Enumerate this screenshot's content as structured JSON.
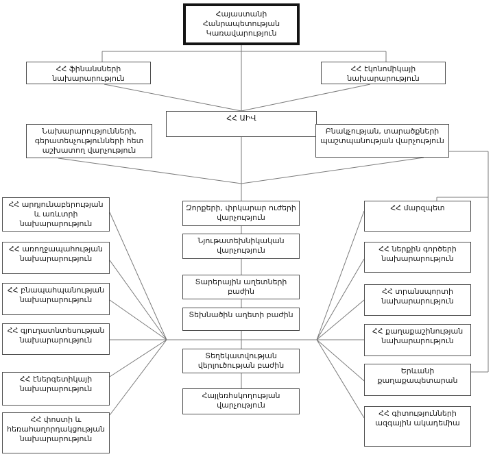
{
  "diagram": {
    "language": "Armenian",
    "colors": {
      "background": "#ffffff",
      "box_border": "#4d4d4d",
      "thick_border": "#141414",
      "line": "#7a7a7a",
      "text": "#1a1a1a"
    },
    "nodes": {
      "government": {
        "label": "Հայաստանի Հանրապետության Կառավարություն"
      },
      "finance": {
        "label": "ՀՀ ֆինանսների նախարարություն"
      },
      "economy": {
        "label": "ՀՀ էկոնոմիկայի նախարարություն"
      },
      "aiv": {
        "label": "ՀՀ ԱԻՎ"
      },
      "ministries_liaison": {
        "label": "Նախարարությունների, գերատեսչությունների հետ աշխատող վարչություն"
      },
      "population_protection": {
        "label": "Բնակչության, տարածքների պաշտպանության վարչություն"
      },
      "left": [
        {
          "label": "ՀՀ արդյունաբերության և առևտրի նախարարություն"
        },
        {
          "label": "ՀՀ առողջապահության նախարարություն"
        },
        {
          "label": "ՀՀ բնապահպանության նախարարություն"
        },
        {
          "label": "ՀՀ գյուղատնտեսության նախարարություն"
        },
        {
          "label": "ՀՀ էներգետիկայի նախարարություն"
        },
        {
          "label": "ՀՀ փոստի և հեռահաղորդակցության նախարարություն"
        }
      ],
      "middle": [
        {
          "label": "Զորքերի, փրկարար ուժերի վարչություն"
        },
        {
          "label": "Նյութատեխնիկական վարչություն"
        },
        {
          "label": "Տարերային աղետների բաժին"
        },
        {
          "label": "Տեխնածին աղետի բաժին"
        },
        {
          "label": "Տեղեկատվության վերլուծության բաժին"
        },
        {
          "label": "Հայլեռհսկողության վարչություն"
        }
      ],
      "right": [
        {
          "label": "ՀՀ մարզպետ"
        },
        {
          "label": "ՀՀ ներքին գործերի նախարարություն"
        },
        {
          "label": "ՀՀ տրանսպորտի նախարարություն"
        },
        {
          "label": "ՀՀ քաղաքաշինության նախարարություն"
        },
        {
          "label": "Երևանի քաղաքապետարան"
        },
        {
          "label": "ՀՀ գիտությունների ազգային ակադեմիա"
        }
      ]
    }
  }
}
